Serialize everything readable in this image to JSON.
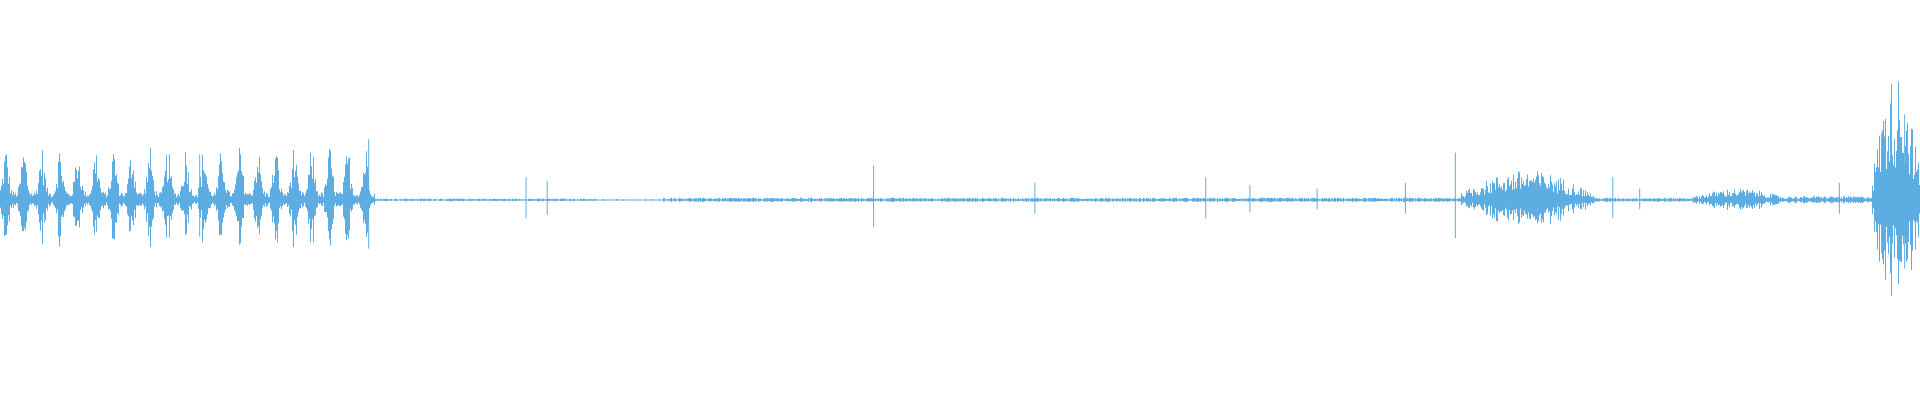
{
  "waveform": {
    "color": "#5dade2",
    "background": "#ffffff",
    "segments": [
      {
        "start": 0.0,
        "end": 0.195,
        "amp": 0.22,
        "style": "bursty"
      },
      {
        "start": 0.195,
        "end": 0.31,
        "amp": 0.008,
        "style": "quiet"
      },
      {
        "start": 0.31,
        "end": 0.345,
        "amp": 0.006,
        "style": "dotted"
      },
      {
        "start": 0.345,
        "end": 0.76,
        "amp": 0.012,
        "style": "quiet"
      },
      {
        "start": 0.76,
        "end": 0.83,
        "amp": 0.13,
        "style": "noise"
      },
      {
        "start": 0.83,
        "end": 0.88,
        "amp": 0.012,
        "style": "quiet"
      },
      {
        "start": 0.88,
        "end": 0.93,
        "amp": 0.05,
        "style": "noise"
      },
      {
        "start": 0.93,
        "end": 0.975,
        "amp": 0.02,
        "style": "quiet"
      },
      {
        "start": 0.975,
        "end": 1.0,
        "amp": 0.55,
        "style": "noise"
      }
    ],
    "spikes": [
      {
        "pos": 0.192,
        "amp": 0.32
      },
      {
        "pos": 0.104,
        "amp": 0.24
      },
      {
        "pos": 0.274,
        "amp": 0.12
      },
      {
        "pos": 0.285,
        "amp": 0.1
      },
      {
        "pos": 0.455,
        "amp": 0.18
      },
      {
        "pos": 0.539,
        "amp": 0.09
      },
      {
        "pos": 0.628,
        "amp": 0.12
      },
      {
        "pos": 0.651,
        "amp": 0.08
      },
      {
        "pos": 0.686,
        "amp": 0.06
      },
      {
        "pos": 0.732,
        "amp": 0.09
      },
      {
        "pos": 0.758,
        "amp": 0.25
      },
      {
        "pos": 0.84,
        "amp": 0.12
      },
      {
        "pos": 0.854,
        "amp": 0.06
      },
      {
        "pos": 0.958,
        "amp": 0.09
      },
      {
        "pos": 0.98,
        "amp": 0.35
      },
      {
        "pos": 0.992,
        "amp": 0.45
      }
    ]
  }
}
